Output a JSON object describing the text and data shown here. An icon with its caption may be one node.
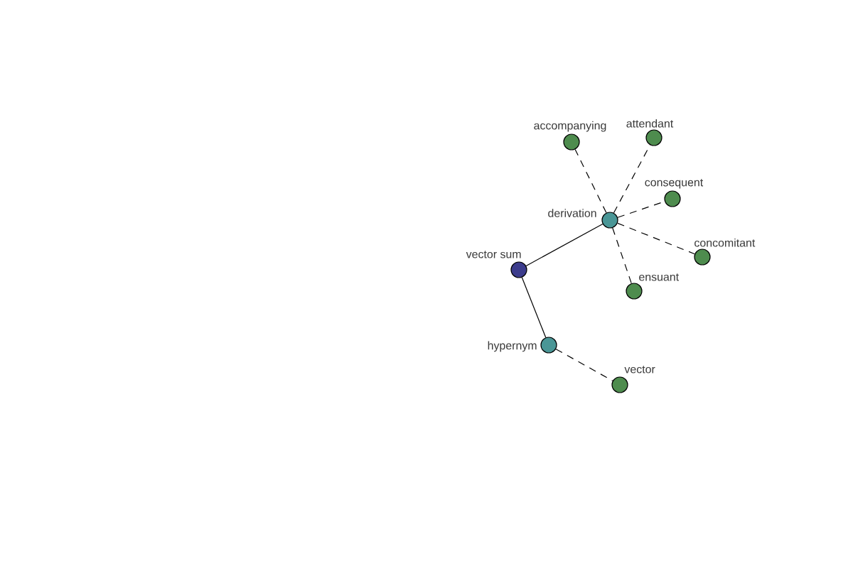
{
  "diagram": {
    "nodes": [
      {
        "text": [
          "accompanying"
        ]
      },
      {
        "text": [
          "attendant"
        ]
      },
      {
        "text": [
          "consequent"
        ]
      },
      {
        "text": [
          "derivation"
        ]
      },
      {
        "text": [
          "concomitant"
        ]
      },
      {
        "text": [
          "vector sum"
        ]
      },
      {
        "text": [
          "ensuant"
        ]
      },
      {
        "text": [
          "hypernym"
        ]
      },
      {
        "text": [
          "vector"
        ]
      }
    ],
    "edges": [
      {
        "from": 5,
        "to": 3,
        "arrow": "none"
      },
      {
        "from": 5,
        "to": 7,
        "arrow": "none"
      },
      {
        "from": 3,
        "to": 0,
        "arrow": "none",
        "style": "dashed"
      },
      {
        "from": 3,
        "to": 1,
        "arrow": "none",
        "style": "dashed"
      },
      {
        "from": 3,
        "to": 2,
        "arrow": "none",
        "style": "dashed"
      },
      {
        "from": 3,
        "to": 4,
        "arrow": "none",
        "style": "dashed"
      },
      {
        "from": 3,
        "to": 6,
        "arrow": "none",
        "style": "dashed"
      },
      {
        "from": 7,
        "to": 8,
        "arrow": "none",
        "style": "dashed"
      }
    ]
  }
}
